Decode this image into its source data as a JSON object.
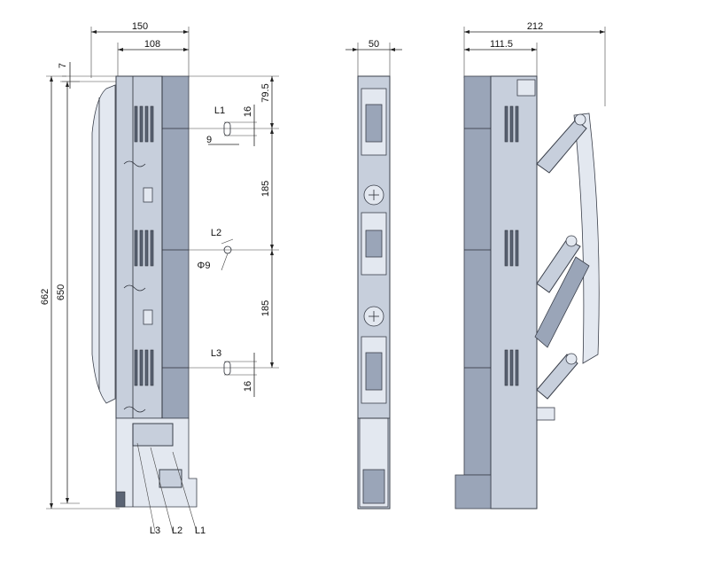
{
  "drawing": {
    "side_view": {
      "overall_width": "150",
      "inner_width": "108",
      "top_offset": "7",
      "total_height": "662",
      "mount_height": "650",
      "terminal_labels": [
        "L3",
        "L2",
        "L1"
      ]
    },
    "spacing_detail": {
      "l1_label": "L1",
      "l1_top": "79.5",
      "l1_slot": "16",
      "l1_width": "9",
      "pitch_1": "185",
      "l2_label": "L2",
      "hole_dia": "Φ9",
      "pitch_2": "185",
      "l3_label": "L3",
      "l3_slot": "16"
    },
    "front_view": {
      "width": "50"
    },
    "open_view": {
      "overall_width": "212",
      "inner_width": "111.5"
    }
  },
  "colors": {
    "body": "#c7cfdc",
    "body_dark": "#9aa5b8",
    "line": "#222222"
  }
}
